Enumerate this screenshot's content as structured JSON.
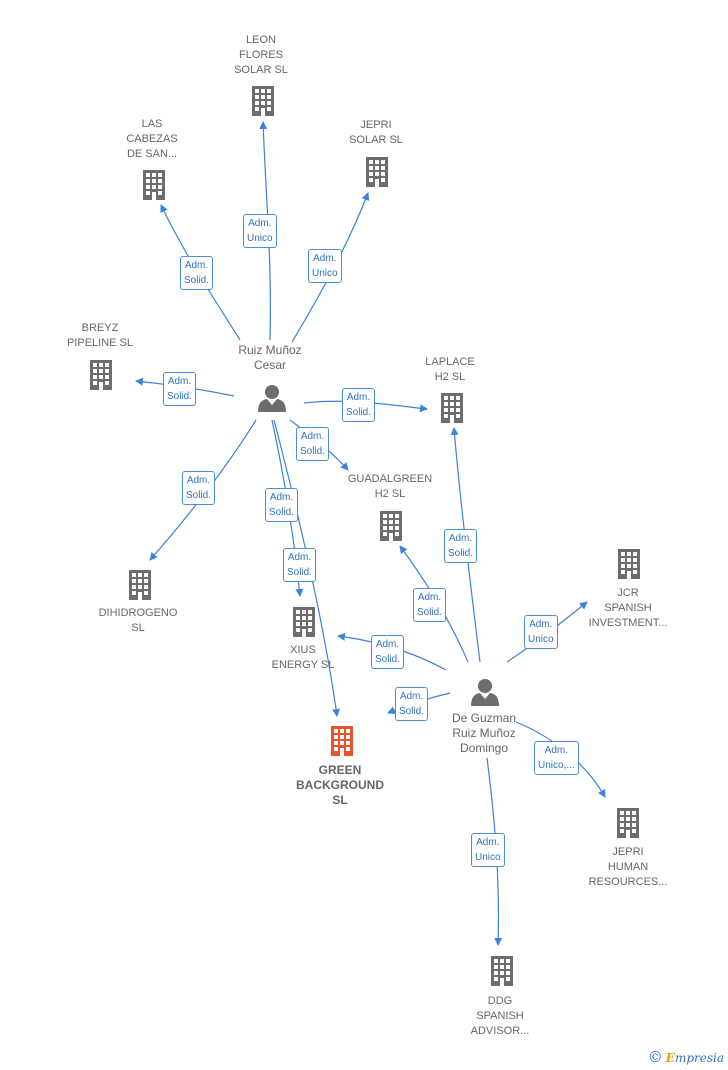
{
  "nodes": {
    "leon_flores": [
      "LEON",
      "FLORES",
      "SOLAR SL"
    ],
    "las_cabezas": [
      "LAS",
      "CABEZAS",
      "DE SAN..."
    ],
    "jepri_solar": [
      "JEPRI",
      "SOLAR  SL"
    ],
    "breyz": [
      "BREYZ",
      "PIPELINE  SL"
    ],
    "laplace": [
      "LAPLACE",
      "H2  SL"
    ],
    "guadalgreen": [
      "GUADALGREEN",
      "H2  SL"
    ],
    "dihidrogeno": [
      "DIHIDROGENO",
      "SL"
    ],
    "xius": [
      "XIUS",
      "ENERGY  SL"
    ],
    "green_background": [
      "GREEN",
      "BACKGROUND",
      "SL"
    ],
    "jcr": [
      "JCR",
      "SPANISH",
      "INVESTMENT..."
    ],
    "jepri_hr": [
      "JEPRI",
      "HUMAN",
      "RESOURCES..."
    ],
    "ddg": [
      "DDG",
      "SPANISH",
      "ADVISOR..."
    ]
  },
  "persons": {
    "ruiz": [
      "Ruiz Muñoz",
      "Cesar"
    ],
    "deguzman": [
      "De Guzman",
      "Ruiz Muñoz",
      "Domingo"
    ]
  },
  "relations": {
    "r_leon": [
      "Adm.",
      "Unico"
    ],
    "r_cabezas": [
      "Adm.",
      "Solid."
    ],
    "r_jepri_solar": [
      "Adm.",
      "Unico"
    ],
    "r_breyz": [
      "Adm.",
      "Solid."
    ],
    "r_laplace_ruiz": [
      "Adm.",
      "Solid."
    ],
    "r_guadal_ruiz": [
      "Adm.",
      "Solid."
    ],
    "r_dihidro": [
      "Adm.",
      "Solid."
    ],
    "r_green": [
      "Adm.",
      "Solid."
    ],
    "r_xius_ruiz": [
      "Adm.",
      "Solid."
    ],
    "r_laplace_dg": [
      "Adm.",
      "Solid."
    ],
    "r_guadal_dg": [
      "Adm.",
      "Solid."
    ],
    "r_xius_dg": [
      "Adm.",
      "Solid."
    ],
    "r_green_dg": [
      "Adm.",
      "Solid."
    ],
    "r_jcr": [
      "Adm.",
      "Unico"
    ],
    "r_jepri_hr": [
      "Adm.",
      "Unico,..."
    ],
    "r_ddg": [
      "Adm.",
      "Unico"
    ]
  },
  "watermark": {
    "symbol": "©",
    "brand_first": "E",
    "brand_rest": "mpresia"
  },
  "colors": {
    "building": "#6d6d6d",
    "focus_building": "#e8542c",
    "edge": "#3c82d8",
    "person": "#6d6d6d"
  }
}
